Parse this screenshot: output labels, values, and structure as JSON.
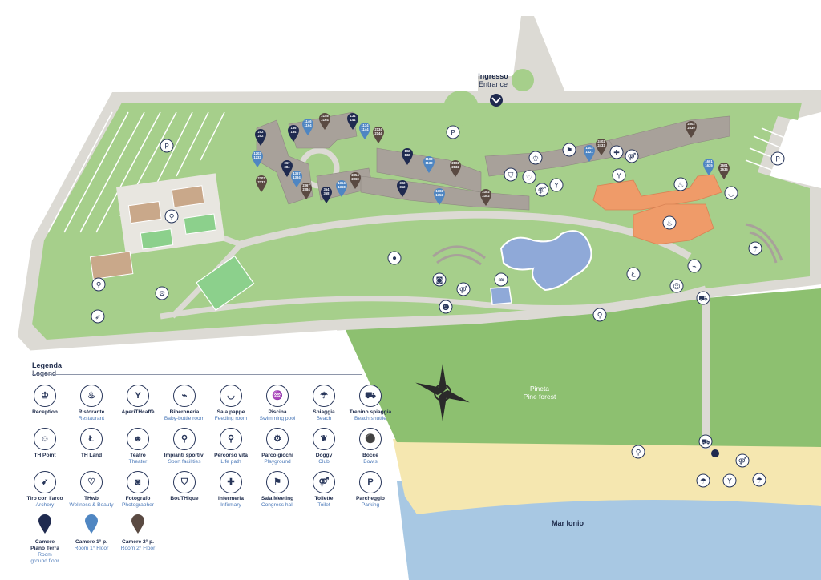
{
  "entrance": {
    "it": "Ingresso",
    "en": "Entrance"
  },
  "pine_forest": {
    "it": "Pineta",
    "en": "Pine forest"
  },
  "sea": "Mar Ionio",
  "legend": {
    "title_it": "Legenda",
    "title_en": "Legend",
    "items": [
      {
        "it": "Reception",
        "en": "",
        "icon": "reception-bell-icon",
        "glyph": "♔"
      },
      {
        "it": "Ristorante",
        "en": "Restaurant",
        "icon": "chef-hat-icon",
        "glyph": "♨"
      },
      {
        "it": "AperiTHcaffè",
        "en": "",
        "icon": "cocktail-icon",
        "glyph": "Y"
      },
      {
        "it": "Biberoneria",
        "en": "Baby-bottle room",
        "icon": "baby-bottle-icon",
        "glyph": "⌁"
      },
      {
        "it": "Sala pappe",
        "en": "Feeding room",
        "icon": "bowl-icon",
        "glyph": "◡"
      },
      {
        "it": "Piscina",
        "en": "Swimming pool",
        "icon": "pool-ladder-icon",
        "glyph": "♒"
      },
      {
        "it": "Spiaggia",
        "en": "Beach",
        "icon": "umbrella-icon",
        "glyph": "☂"
      },
      {
        "it": "Trenino spiaggia",
        "en": "Beach shuttle",
        "icon": "train-icon",
        "glyph": "⛟"
      },
      {
        "it": "TH Point",
        "en": "",
        "icon": "smiley-icon",
        "glyph": "☺"
      },
      {
        "it": "TH Land",
        "en": "",
        "icon": "th-land-icon",
        "glyph": "Ł"
      },
      {
        "it": "Teatro",
        "en": "Theater",
        "icon": "theater-masks-icon",
        "glyph": "☻"
      },
      {
        "it": "Impianti sportivi",
        "en": "Sport facilities",
        "icon": "runner-icon",
        "glyph": "⚲"
      },
      {
        "it": "Percorso vita",
        "en": "Life path",
        "icon": "jogger-icon",
        "glyph": "⚲"
      },
      {
        "it": "Parco giochi",
        "en": "Playground",
        "icon": "playground-icon",
        "glyph": "⚙"
      },
      {
        "it": "Doggy",
        "en": "Club",
        "icon": "dog-icon",
        "glyph": "❦"
      },
      {
        "it": "Bocce",
        "en": "Bowls",
        "icon": "bowls-icon",
        "glyph": "⚫"
      },
      {
        "it": "Tiro con l'arco",
        "en": "Archery",
        "icon": "bow-icon",
        "glyph": "➶"
      },
      {
        "it": "THwb",
        "en": "Wellness & Beauty",
        "icon": "heart-icon",
        "glyph": "♡"
      },
      {
        "it": "Fotografo",
        "en": "Photographer",
        "icon": "camera-icon",
        "glyph": "◙"
      },
      {
        "it": "BouTHique",
        "en": "",
        "icon": "shopping-bag-icon",
        "glyph": "⛉"
      },
      {
        "it": "Infermeria",
        "en": "Infirmary",
        "icon": "cross-icon",
        "glyph": "✚"
      },
      {
        "it": "Sala Meeting",
        "en": "Congress hall",
        "icon": "presentation-icon",
        "glyph": "⚑"
      },
      {
        "it": "Toilette",
        "en": "Toilet",
        "icon": "toilet-icon",
        "glyph": "⚤"
      },
      {
        "it": "Parcheggio",
        "en": "Parking",
        "icon": "parking-icon",
        "glyph": "P"
      }
    ],
    "rooms": [
      {
        "it": "Camere",
        "it2": "Piano Terra",
        "en": "Room",
        "en2": "ground floor",
        "color": "#1f2a4f"
      },
      {
        "it": "Camere 1° p.",
        "it2": "",
        "en": "Room 1° Floor",
        "en2": "",
        "color": "#4f86c2"
      },
      {
        "it": "Camere 2° p.",
        "it2": "",
        "en": "Room 2° Floor",
        "en2": "",
        "color": "#5a4a42"
      }
    ]
  },
  "room_pins": [
    {
      "a": "202",
      "b": "252",
      "floor": 0
    },
    {
      "a": "1202",
      "b": "1232",
      "floor": 1
    },
    {
      "a": "2202",
      "b": "2233",
      "floor": 2
    },
    {
      "a": "166",
      "b": "164",
      "floor": 0
    },
    {
      "a": "1146",
      "b": "1164",
      "floor": 1
    },
    {
      "a": "2146",
      "b": "2164",
      "floor": 2
    },
    {
      "a": "134",
      "b": "144",
      "floor": 0
    },
    {
      "a": "1134",
      "b": "1144",
      "floor": 1
    },
    {
      "a": "2134",
      "b": "2144",
      "floor": 2
    },
    {
      "a": "367",
      "b": "384",
      "floor": 0
    },
    {
      "a": "1367",
      "b": "1384",
      "floor": 1
    },
    {
      "a": "2367",
      "b": "2384",
      "floor": 2
    },
    {
      "a": "354",
      "b": "368",
      "floor": 0
    },
    {
      "a": "1354",
      "b": "1368",
      "floor": 1
    },
    {
      "a": "2354",
      "b": "2368",
      "floor": 2
    },
    {
      "a": "102",
      "b": "132",
      "floor": 0
    },
    {
      "a": "1102",
      "b": "1132",
      "floor": 1
    },
    {
      "a": "2102",
      "b": "2132",
      "floor": 2
    },
    {
      "a": "302",
      "b": "352",
      "floor": 0
    },
    {
      "a": "1302",
      "b": "1352",
      "floor": 1
    },
    {
      "a": "2302",
      "b": "2352",
      "floor": 2
    },
    {
      "a": "2402",
      "b": "2433",
      "floor": 2
    },
    {
      "a": "1402",
      "b": "1421",
      "floor": 1
    },
    {
      "a": "2502",
      "b": "2539",
      "floor": 2
    },
    {
      "a": "1601",
      "b": "1635",
      "floor": 1
    },
    {
      "a": "2601",
      "b": "2635",
      "floor": 2
    }
  ],
  "colors": {
    "grass": "#a6cf8b",
    "grass_dark": "#8dc070",
    "path": "#dcdad4",
    "building": "#a8a19a",
    "restaurant": "#ef9b69",
    "pool": "#8fa9d8",
    "beach": "#f5e7b0",
    "sea": "#a8c8e3",
    "ground_floor": "#1f2a4f",
    "first_floor": "#4f86c2",
    "second_floor": "#5a4a42"
  }
}
